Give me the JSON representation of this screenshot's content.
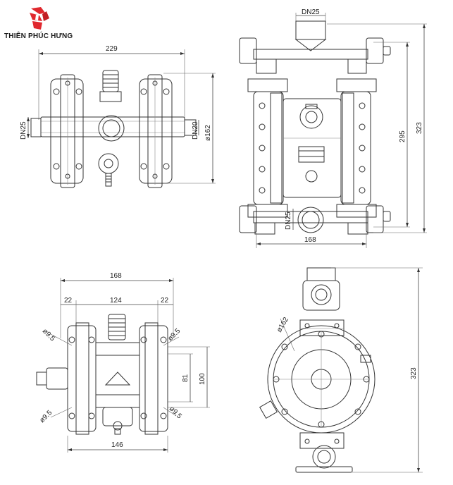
{
  "brand": {
    "name": "THIÊN PHÚC HƯNG",
    "accent": "#e0282e"
  },
  "views": {
    "top_left": {
      "width": "229",
      "inlet_left": "DN25",
      "outlet_right": "DN20",
      "diameter": "ø162"
    },
    "top_right": {
      "top_port": "DN25",
      "height_outer": "323",
      "height_inner": "295",
      "bottom_port": "DN25",
      "base_width": "168"
    },
    "bottom_left": {
      "overall_width": "168",
      "bolt_spacing": "124",
      "edge_left": "22",
      "edge_right": "22",
      "hole_tl": "ø9.5",
      "hole_tr": "ø9.5",
      "hole_bl": "ø9.5",
      "hole_br": "ø9.5",
      "height_inner": "81",
      "height_outer": "100",
      "base_width": "146"
    },
    "bottom_right": {
      "diameter": "ø162",
      "height": "323"
    }
  }
}
